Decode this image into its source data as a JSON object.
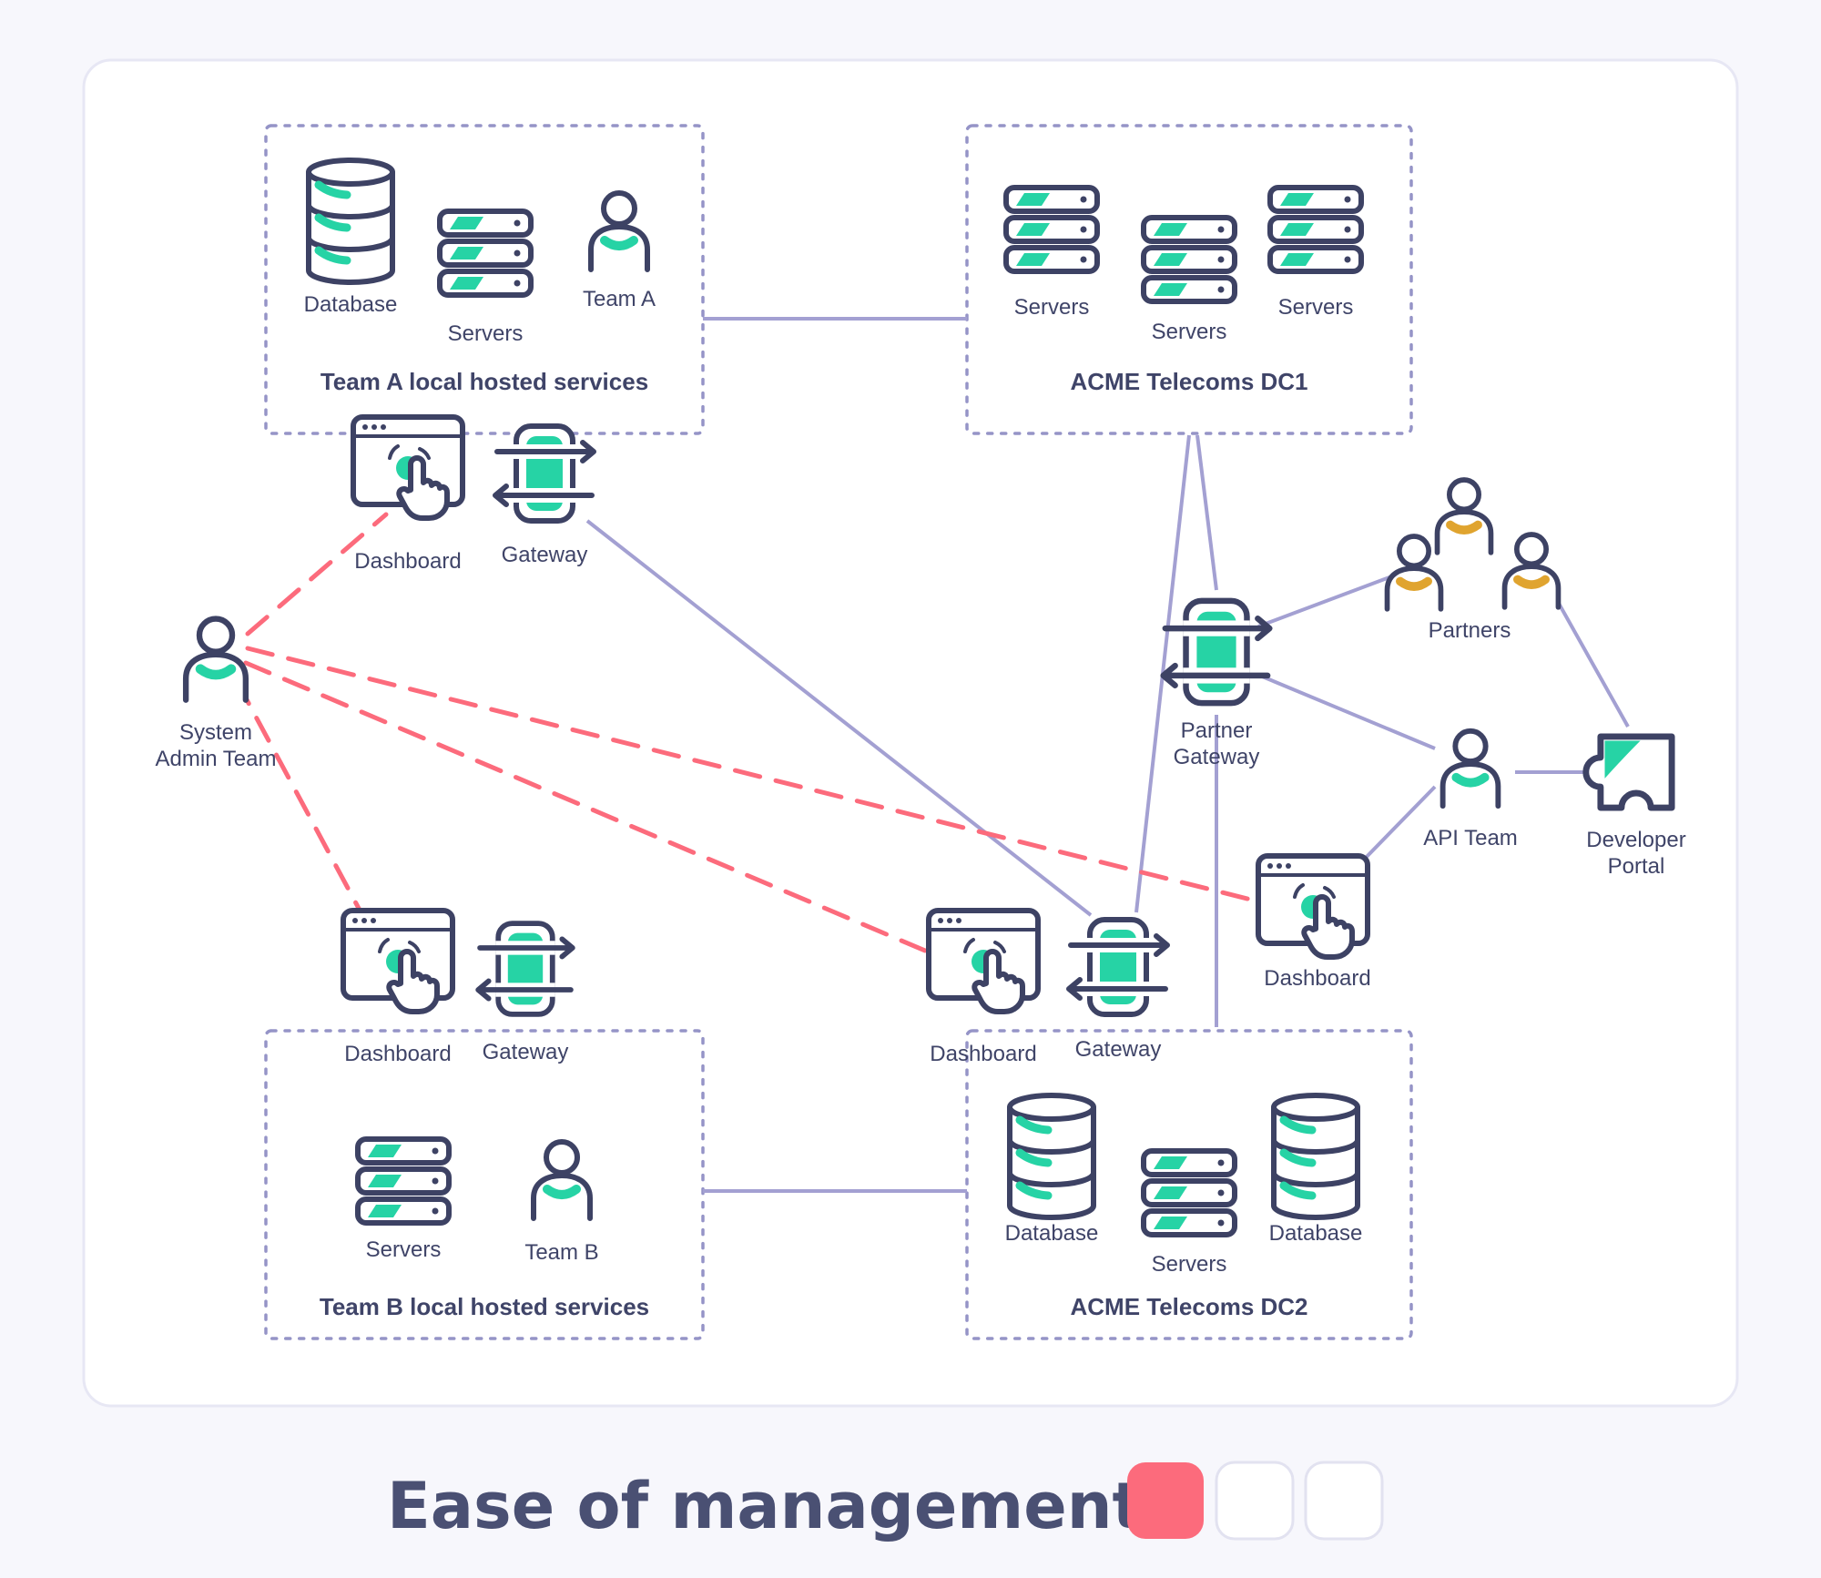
{
  "colors": {
    "ink_navy": "#3d4264",
    "teal": "#26d3a5",
    "gold": "#e0a42f",
    "pink": "#fc6b7c",
    "line_purple": "#a3a0d2",
    "box_dash": "#9594c7",
    "text": "#3f4468",
    "background": "#f7f7fc",
    "card": "#ffffff"
  },
  "boxes": {
    "team_a": {
      "title": "Team A local hosted services",
      "database_label": "Database",
      "servers_label": "Servers",
      "team_label": "Team A"
    },
    "dc1": {
      "title": "ACME Telecoms DC1",
      "servers1_label": "Servers",
      "servers2_label": "Servers",
      "servers3_label": "Servers"
    },
    "team_b": {
      "title": "Team B local hosted services",
      "servers_label": "Servers",
      "team_label": "Team B"
    },
    "dc2": {
      "title": "ACME Telecoms DC2",
      "database1_label": "Database",
      "servers_label": "Servers",
      "database2_label": "Database"
    }
  },
  "nodes": {
    "dashboard_a": {
      "label": "Dashboard"
    },
    "gateway_a": {
      "label": "Gateway"
    },
    "system_admin": {
      "line1": "System",
      "line2": "Admin Team"
    },
    "partner_gateway": {
      "line1": "Partner",
      "line2": "Gateway"
    },
    "partners": {
      "label": "Partners"
    },
    "api_team": {
      "label": "API Team"
    },
    "developer_portal": {
      "line1": "Developer",
      "line2": "Portal"
    },
    "dashboard_right": {
      "label": "Dashboard"
    },
    "dashboard_b": {
      "label": "Dashboard"
    },
    "gateway_b": {
      "label": "Gateway"
    },
    "dashboard_mid": {
      "label": "Dashboard"
    },
    "gateway_mid": {
      "label": "Gateway"
    }
  },
  "footer": {
    "title": "Ease of management",
    "indicator_count": 3,
    "active_indicator": 1
  }
}
